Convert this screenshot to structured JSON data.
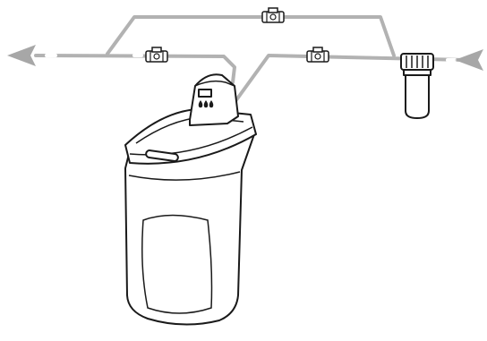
{
  "diagram": {
    "colors": {
      "pipe": "#b2b2b2",
      "outline": "#1a1a1a",
      "fill": "#ffffff",
      "arrow": "#a7a7a7"
    },
    "flow_direction": "right-to-left",
    "components": [
      {
        "name": "inlet-arrow",
        "icon": "arrow-left-icon"
      },
      {
        "name": "sediment-filter",
        "icon": "filter-housing-icon"
      },
      {
        "name": "bypass-valve",
        "icon": "valve-icon"
      },
      {
        "name": "inlet-valve",
        "icon": "valve-icon"
      },
      {
        "name": "outlet-valve",
        "icon": "valve-icon"
      },
      {
        "name": "water-softener",
        "icon": "softener-icon"
      },
      {
        "name": "control-panel",
        "icon": "water-drops-icon"
      },
      {
        "name": "outlet-arrow",
        "icon": "arrow-left-icon"
      }
    ]
  }
}
